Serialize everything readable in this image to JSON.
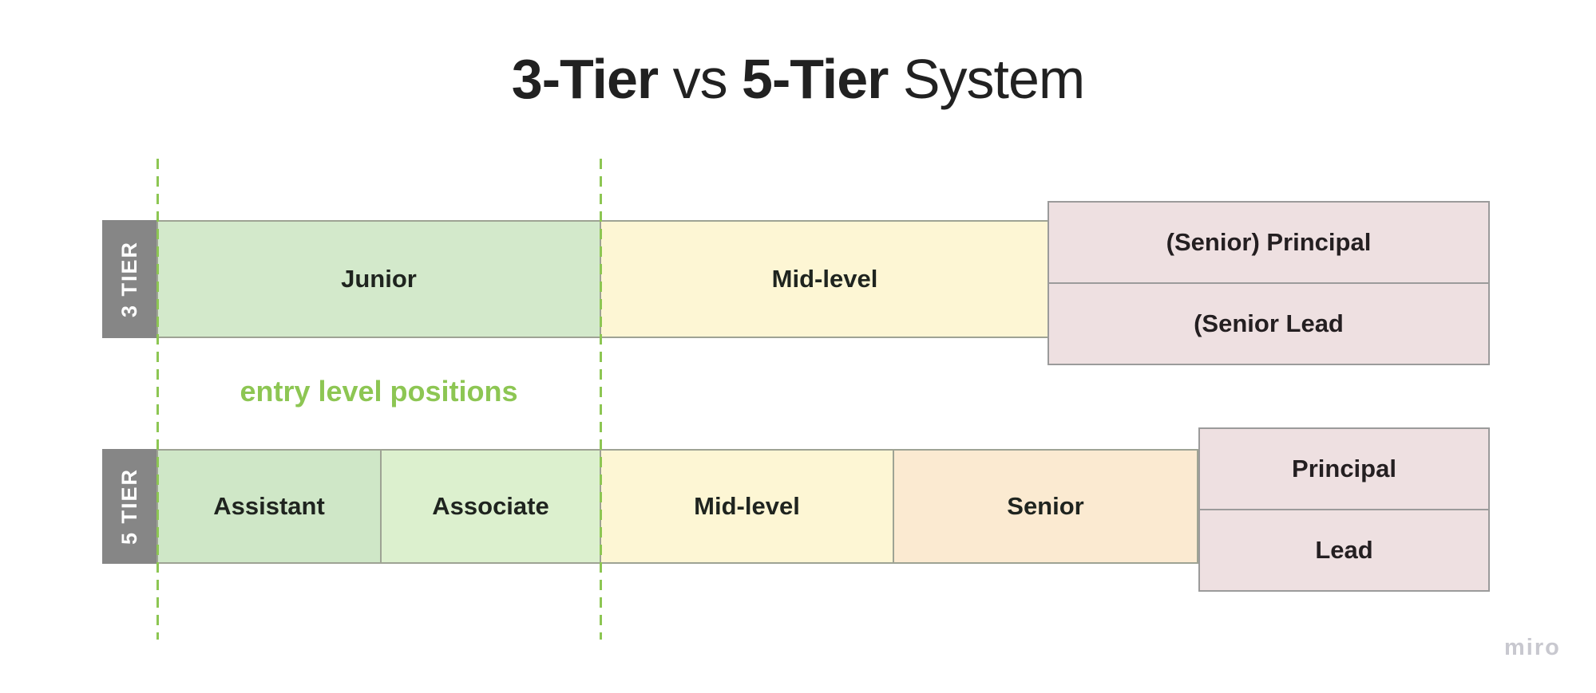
{
  "title": {
    "tier3": "3-Tier",
    "vs": " vs ",
    "tier5": "5-Tier",
    "system": " System"
  },
  "annotations": {
    "entry_level": "entry level positions"
  },
  "rows": [
    {
      "label": "3 TIER",
      "segments": [
        {
          "text": "Junior"
        },
        {
          "text": "Mid-level"
        }
      ],
      "senior_stack": [
        {
          "text": "(Senior) Principal"
        },
        {
          "text": "(Senior Lead"
        }
      ]
    },
    {
      "label": "5 TIER",
      "segments": [
        {
          "text": "Assistant"
        },
        {
          "text": "Associate"
        },
        {
          "text": "Mid-level"
        },
        {
          "text": "Senior"
        }
      ],
      "senior_stack": [
        {
          "text": "Principal"
        },
        {
          "text": "Lead"
        }
      ]
    }
  ],
  "watermark": {
    "brand": "miro"
  },
  "colors": {
    "background": "#ffffff",
    "title_text": "#212121",
    "tier_label_bg": "#868686",
    "tier_label_text": "#ffffff",
    "junior_green": "#d3e9cb",
    "assistant_green": "#cfe7c7",
    "associate_green": "#dcf0ce",
    "mid_level_yellow": "#fdf6d4",
    "senior_peach": "#fbead1",
    "principal_pink": "#eee0e1",
    "dashed_guide_green": "#8dc653",
    "entry_note_green": "#8dc653",
    "box_border_gray": "#9b9b9b",
    "watermark_gray": "#c8c8cf"
  }
}
